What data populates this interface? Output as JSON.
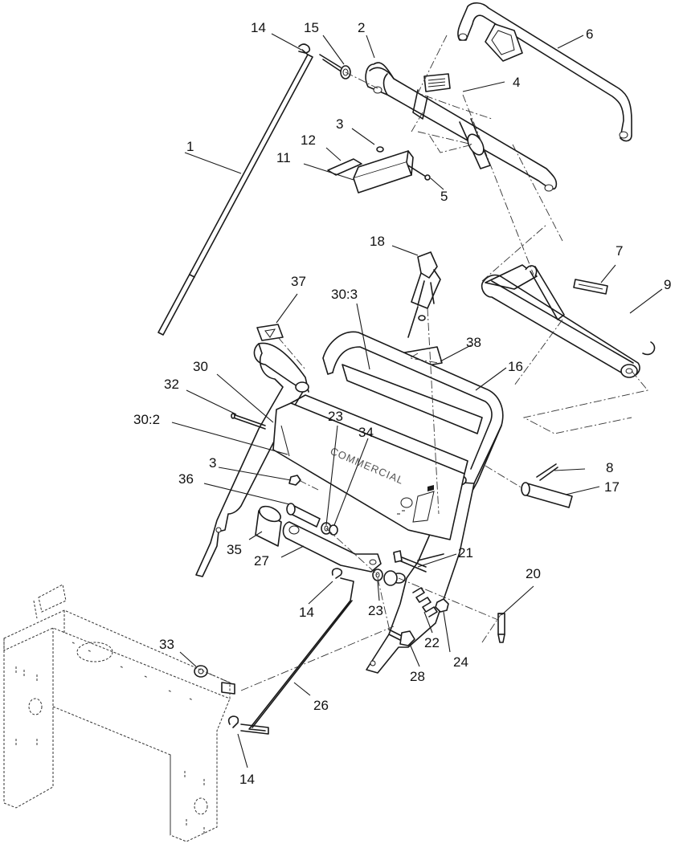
{
  "diagram": {
    "decal_text": "COMMERCIAL",
    "callouts": [
      {
        "id": "c1",
        "label": "1"
      },
      {
        "id": "c2",
        "label": "2"
      },
      {
        "id": "c3a",
        "label": "3"
      },
      {
        "id": "c3b",
        "label": "3"
      },
      {
        "id": "c4",
        "label": "4"
      },
      {
        "id": "c5",
        "label": "5"
      },
      {
        "id": "c6",
        "label": "6"
      },
      {
        "id": "c7",
        "label": "7"
      },
      {
        "id": "c8",
        "label": "8"
      },
      {
        "id": "c9",
        "label": "9"
      },
      {
        "id": "c11",
        "label": "11"
      },
      {
        "id": "c12",
        "label": "12"
      },
      {
        "id": "c14a",
        "label": "14"
      },
      {
        "id": "c14b",
        "label": "14"
      },
      {
        "id": "c14c",
        "label": "14"
      },
      {
        "id": "c15",
        "label": "15"
      },
      {
        "id": "c16",
        "label": "16"
      },
      {
        "id": "c17",
        "label": "17"
      },
      {
        "id": "c18",
        "label": "18"
      },
      {
        "id": "c20",
        "label": "20"
      },
      {
        "id": "c21",
        "label": "21"
      },
      {
        "id": "c22",
        "label": "22"
      },
      {
        "id": "c23a",
        "label": "23"
      },
      {
        "id": "c23b",
        "label": "23"
      },
      {
        "id": "c24",
        "label": "24"
      },
      {
        "id": "c26",
        "label": "26"
      },
      {
        "id": "c27",
        "label": "27"
      },
      {
        "id": "c28",
        "label": "28"
      },
      {
        "id": "c30",
        "label": "30"
      },
      {
        "id": "c30_2",
        "label": "30:2"
      },
      {
        "id": "c30_3",
        "label": "30:3"
      },
      {
        "id": "c32",
        "label": "32"
      },
      {
        "id": "c33",
        "label": "33"
      },
      {
        "id": "c34",
        "label": "34"
      },
      {
        "id": "c35",
        "label": "35"
      },
      {
        "id": "c36",
        "label": "36"
      },
      {
        "id": "c37",
        "label": "37"
      },
      {
        "id": "c38",
        "label": "38"
      }
    ]
  }
}
